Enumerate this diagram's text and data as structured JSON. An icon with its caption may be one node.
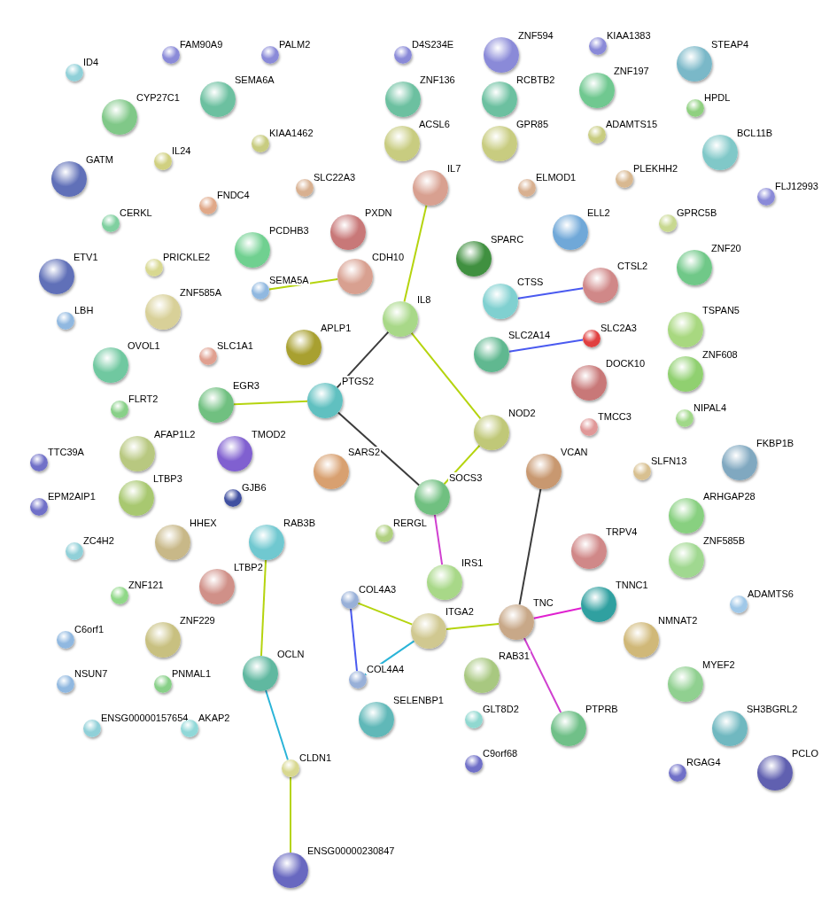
{
  "diagram": {
    "nodes": [
      {
        "text": [
          "FAM90A9"
        ]
      },
      {
        "text": [
          "PALM2"
        ]
      },
      {
        "text": [
          "D4S234E"
        ]
      },
      {
        "text": [
          "ZNF594"
        ]
      },
      {
        "text": [
          "KIAA1383"
        ]
      },
      {
        "text": [
          "STEAP4"
        ]
      },
      {
        "text": [
          "ID4"
        ]
      },
      {
        "text": [
          "SEMA6A"
        ]
      },
      {
        "text": [
          "ZNF136"
        ]
      },
      {
        "text": [
          "RCBTB2"
        ]
      },
      {
        "text": [
          "ZNF197"
        ]
      },
      {
        "text": [
          "CYP27C1"
        ]
      },
      {
        "text": [
          "HPDL"
        ]
      },
      {
        "text": [
          "KIAA1462"
        ]
      },
      {
        "text": [
          "ACSL6"
        ]
      },
      {
        "text": [
          "GPR85"
        ]
      },
      {
        "text": [
          "ADAMTS15"
        ]
      },
      {
        "text": [
          "BCL11B"
        ]
      },
      {
        "text": [
          "GATM"
        ]
      },
      {
        "text": [
          "IL24"
        ]
      },
      {
        "text": [
          "IL7"
        ]
      },
      {
        "text": [
          "SLC22A3"
        ]
      },
      {
        "text": [
          "ELMOD1"
        ]
      },
      {
        "text": [
          "PLEKHH2"
        ]
      },
      {
        "text": [
          "FNDC4"
        ]
      },
      {
        "text": [
          "FLJ12993"
        ]
      },
      {
        "text": [
          "CERKL"
        ]
      },
      {
        "text": [
          "PXDN"
        ]
      },
      {
        "text": [
          "ELL2"
        ]
      },
      {
        "text": [
          "GPRC5B"
        ]
      },
      {
        "text": [
          "PCDHB3"
        ]
      },
      {
        "text": [
          "SPARC"
        ]
      },
      {
        "text": [
          "ETV1"
        ]
      },
      {
        "text": [
          "PRICKLE2"
        ]
      },
      {
        "text": [
          "ZNF20"
        ]
      },
      {
        "text": [
          "CDH10"
        ]
      },
      {
        "text": [
          "SEMA5A"
        ]
      },
      {
        "text": [
          "CTSS"
        ]
      },
      {
        "text": [
          "CTSL2"
        ]
      },
      {
        "text": [
          "ZNF585A"
        ]
      },
      {
        "text": [
          "LBH"
        ]
      },
      {
        "text": [
          "IL8"
        ]
      },
      {
        "text": [
          "TSPAN5"
        ]
      },
      {
        "text": [
          "APLP1"
        ]
      },
      {
        "text": [
          "SLC2A14"
        ]
      },
      {
        "text": [
          "SLC2A3"
        ]
      },
      {
        "text": [
          "SLC1A1"
        ]
      },
      {
        "text": [
          "OVOL1"
        ]
      },
      {
        "text": [
          "DOCK10"
        ]
      },
      {
        "text": [
          "ZNF608"
        ]
      },
      {
        "text": [
          "FLRT2"
        ]
      },
      {
        "text": [
          "EGR3"
        ]
      },
      {
        "text": [
          "PTGS2"
        ]
      },
      {
        "text": [
          "NOD2"
        ]
      },
      {
        "text": [
          "NIPAL4"
        ]
      },
      {
        "text": [
          "TMCC3"
        ]
      },
      {
        "text": [
          "TTC39A"
        ]
      },
      {
        "text": [
          "AFAP1L2"
        ]
      },
      {
        "text": [
          "TMOD2"
        ]
      },
      {
        "text": [
          "SARS2"
        ]
      },
      {
        "text": [
          "VCAN"
        ]
      },
      {
        "text": [
          "SLFN13"
        ]
      },
      {
        "text": [
          "FKBP1B"
        ]
      },
      {
        "text": [
          "SOCS3"
        ]
      },
      {
        "text": [
          "EPM2AIP1"
        ]
      },
      {
        "text": [
          "LTBP3"
        ]
      },
      {
        "text": [
          "GJB6"
        ]
      },
      {
        "text": [
          "ARHGAP28"
        ]
      },
      {
        "text": [
          "RERGL"
        ]
      },
      {
        "text": [
          "HHEX"
        ]
      },
      {
        "text": [
          "RAB3B"
        ]
      },
      {
        "text": [
          "ZC4H2"
        ]
      },
      {
        "text": [
          "TRPV4"
        ]
      },
      {
        "text": [
          "ZNF585B"
        ]
      },
      {
        "text": [
          "IRS1"
        ]
      },
      {
        "text": [
          "LTBP2"
        ]
      },
      {
        "text": [
          "ZNF121"
        ]
      },
      {
        "text": [
          "TNNC1"
        ]
      },
      {
        "text": [
          "ADAMTS6"
        ]
      },
      {
        "text": [
          "COL4A3"
        ]
      },
      {
        "text": [
          "ITGA2"
        ]
      },
      {
        "text": [
          "TNC"
        ]
      },
      {
        "text": [
          "C6orf1"
        ]
      },
      {
        "text": [
          "ZNF229"
        ]
      },
      {
        "text": [
          "NMNAT2"
        ]
      },
      {
        "text": [
          "OCLN"
        ]
      },
      {
        "text": [
          "RAB31"
        ]
      },
      {
        "text": [
          "COL4A4"
        ]
      },
      {
        "text": [
          "NSUN7"
        ]
      },
      {
        "text": [
          "PNMAL1"
        ]
      },
      {
        "text": [
          "MYEF2"
        ]
      },
      {
        "text": [
          "ENSG00000157654"
        ]
      },
      {
        "text": [
          "AKAP2"
        ]
      },
      {
        "text": [
          "SELENBP1"
        ]
      },
      {
        "text": [
          "GLT8D2"
        ]
      },
      {
        "text": [
          "PTPRB"
        ]
      },
      {
        "text": [
          "SH3BGRL2"
        ]
      },
      {
        "text": [
          "CLDN1"
        ]
      },
      {
        "text": [
          "C9orf68"
        ]
      },
      {
        "text": [
          "RGAG4"
        ]
      },
      {
        "text": [
          "PCLO"
        ]
      },
      {
        "text": [
          "ENSG00000230847"
        ]
      }
    ],
    "edges": [
      {
        "from": 36,
        "to": 35,
        "arrow": "none"
      },
      {
        "from": 20,
        "to": 41,
        "arrow": "none"
      },
      {
        "from": 41,
        "to": 52,
        "arrow": "none",
        "color": "#3c3c3c"
      },
      {
        "from": 41,
        "to": 53,
        "arrow": "none"
      },
      {
        "from": 51,
        "to": 52,
        "arrow": "none"
      },
      {
        "from": 52,
        "to": 63,
        "arrow": "none",
        "color": "#3c3c3c"
      },
      {
        "from": 53,
        "to": 63,
        "arrow": "none"
      },
      {
        "from": 37,
        "to": 38,
        "arrow": "none",
        "color": "#4a5af0"
      },
      {
        "from": 44,
        "to": 45,
        "arrow": "none",
        "color": "#4a5af0"
      },
      {
        "from": 63,
        "to": 74,
        "arrow": "none",
        "color": "#d040d0"
      },
      {
        "from": 60,
        "to": 81,
        "arrow": "none",
        "color": "#3c3c3c"
      },
      {
        "from": 79,
        "to": 80,
        "arrow": "none"
      },
      {
        "from": 79,
        "to": 87,
        "arrow": "none",
        "color": "#4a5af0"
      },
      {
        "from": 87,
        "to": 80,
        "arrow": "none",
        "color": "#2ab4d8"
      },
      {
        "from": 80,
        "to": 81,
        "arrow": "none"
      },
      {
        "from": 81,
        "to": 77,
        "arrow": "none",
        "color": "#e020d0"
      },
      {
        "from": 81,
        "to": 95,
        "arrow": "none",
        "color": "#d040d0"
      },
      {
        "from": 70,
        "to": 85,
        "arrow": "none"
      },
      {
        "from": 85,
        "to": 97,
        "arrow": "none",
        "color": "#2ab4d8"
      },
      {
        "from": 97,
        "to": 101,
        "arrow": "none"
      }
    ]
  }
}
